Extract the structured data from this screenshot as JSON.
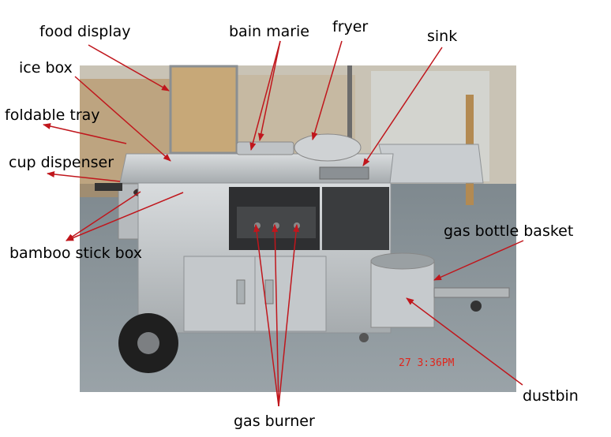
{
  "labels": {
    "food_display": "food display",
    "bain_marie": "bain marie",
    "fryer": "fryer",
    "sink": "sink",
    "ice_box": "ice box",
    "foldable_tray": "foldable tray",
    "cup_dispenser": "cup dispenser",
    "bamboo_stick_box": "bamboo stick box",
    "gas_bottle_basket": "gas bottle basket",
    "dustbin": "dustbin",
    "gas_burner": "gas burner"
  },
  "photo_timestamp": "27  3:36PM",
  "colors": {
    "arrow": "#c0161c",
    "photo_floor": "#7f8b92",
    "steel": "#b8bcbf",
    "timestamp": "#e0261c"
  }
}
